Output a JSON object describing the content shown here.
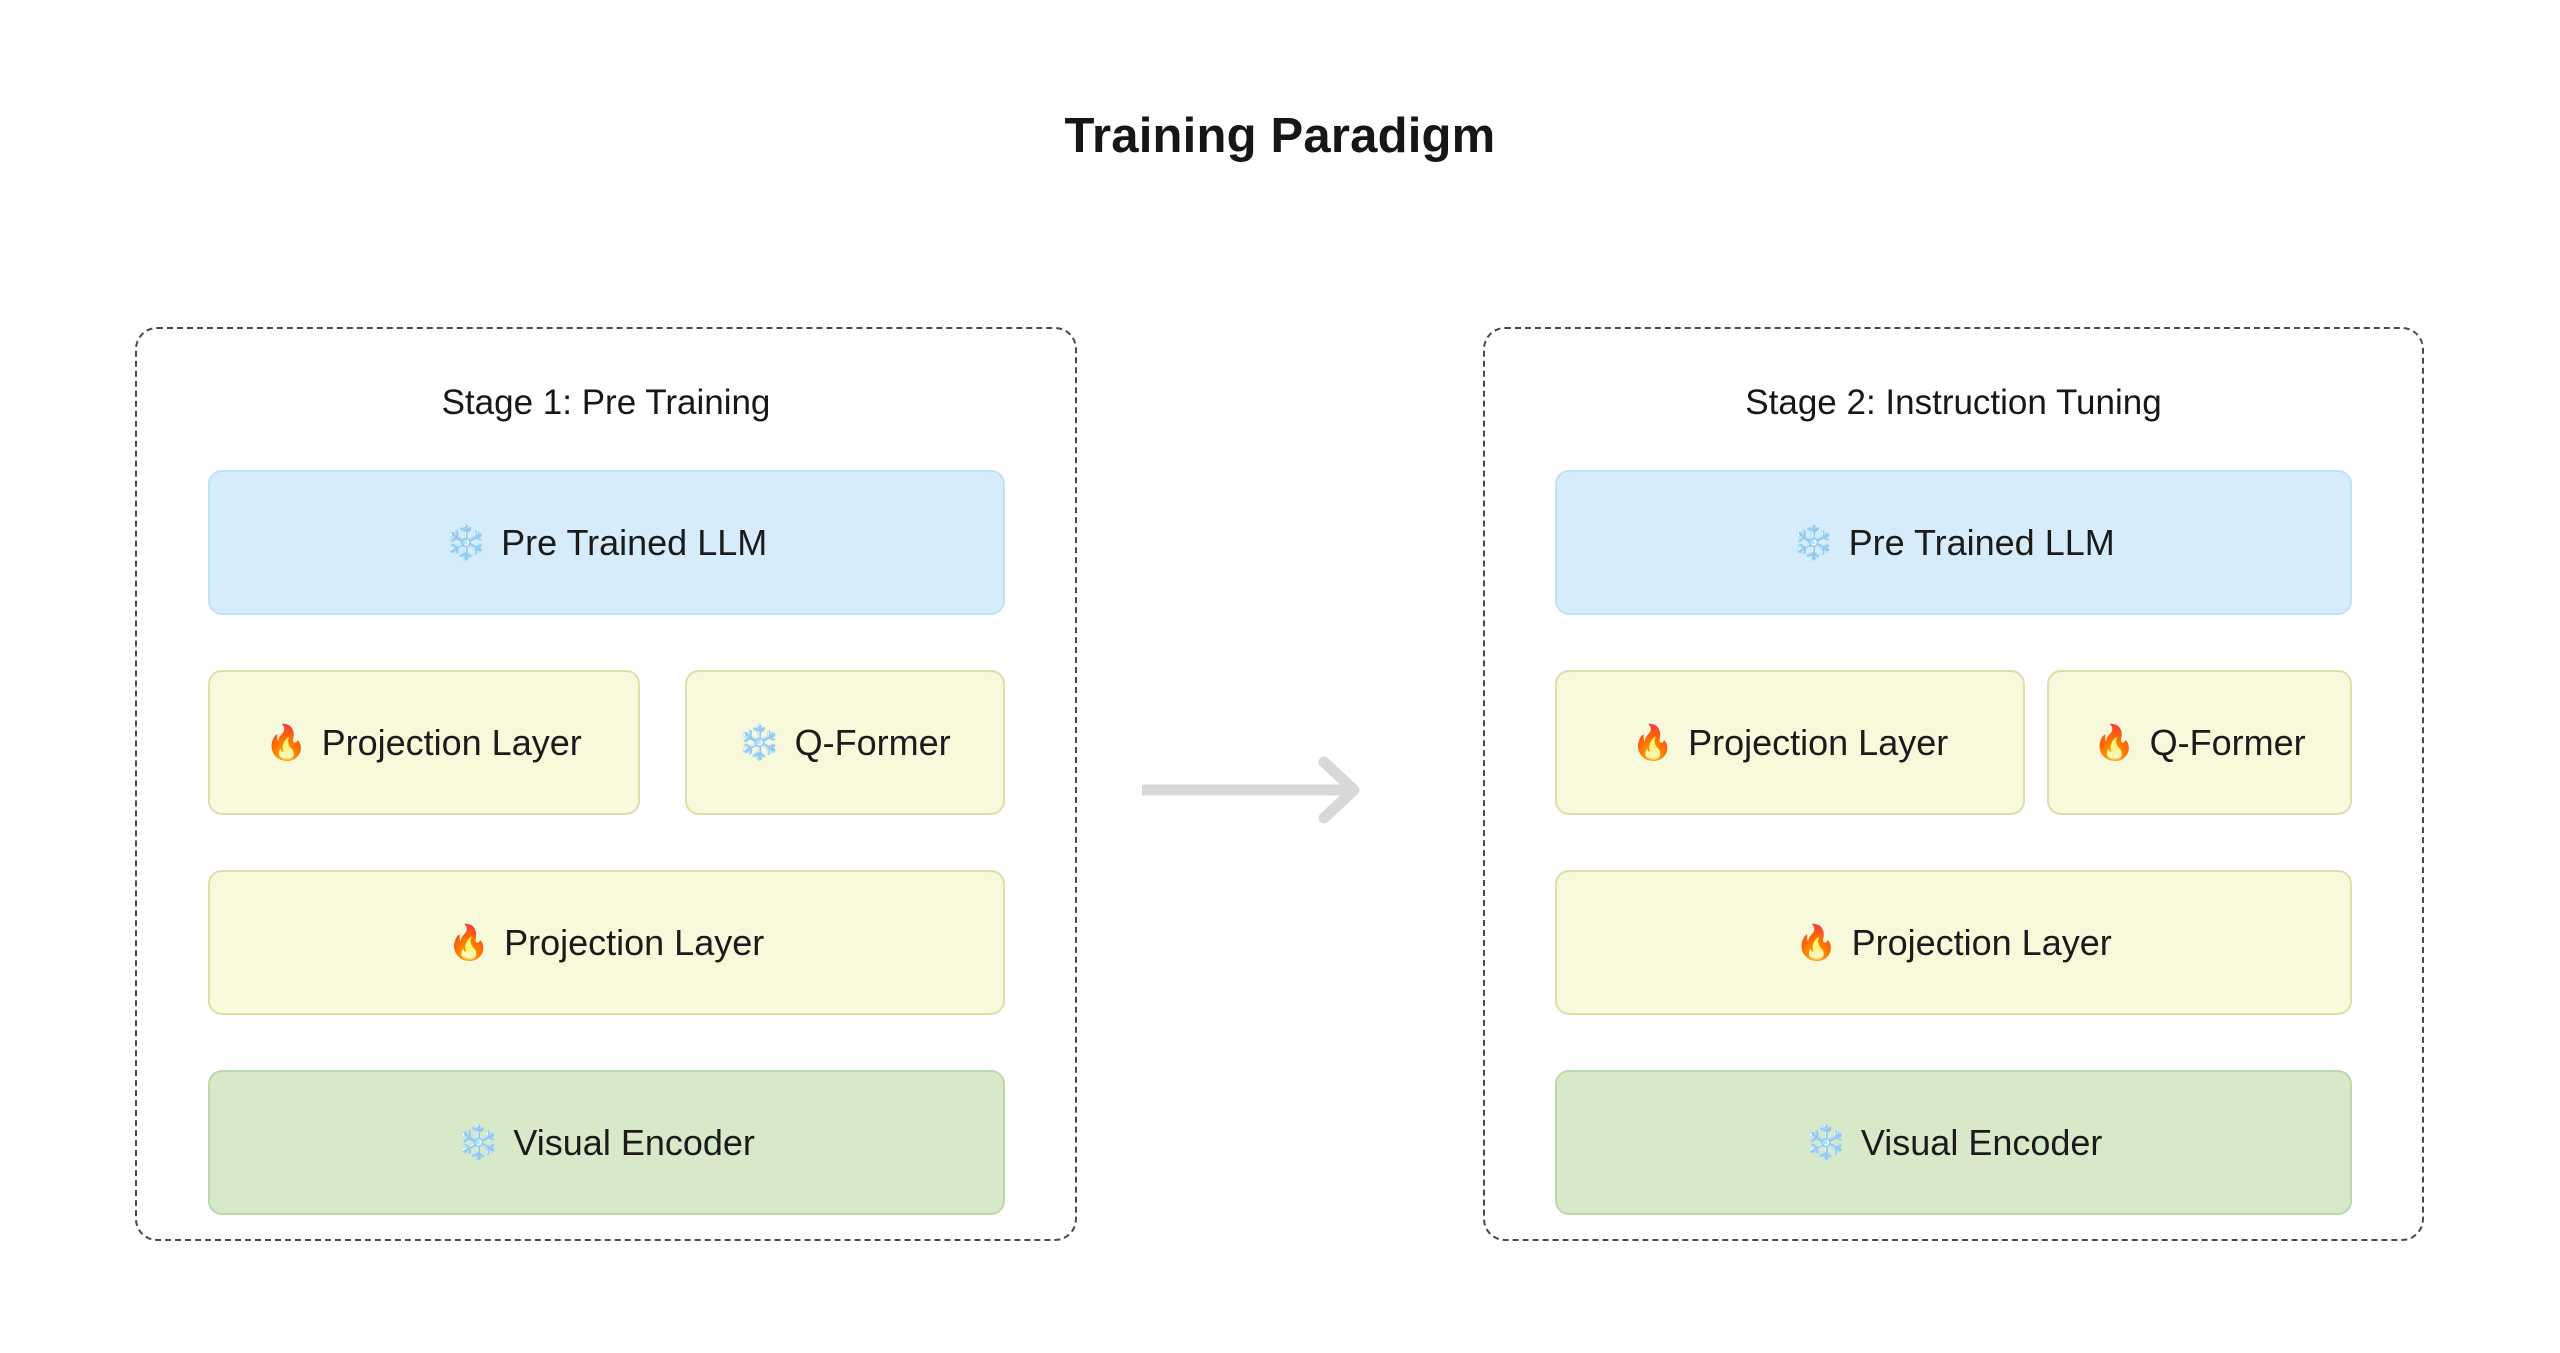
{
  "title": "Training Paradigm",
  "icons": {
    "snowflake": "❄️",
    "fire": "🔥",
    "arrow": "arrow-right-icon"
  },
  "stages": [
    {
      "id": "stage-1",
      "title": "Stage 1: Pre Training",
      "rows": [
        {
          "nodes": [
            {
              "label": "Pre Trained LLM",
              "state": "frozen",
              "icon": "❄️",
              "color": "blue",
              "hex": "#d6ecfa"
            }
          ]
        },
        {
          "nodes": [
            {
              "label": "Projection Layer",
              "state": "trainable",
              "icon": "🔥",
              "color": "yellow",
              "hex": "#f8f8da"
            },
            {
              "label": "Q-Former",
              "state": "frozen",
              "icon": "❄️",
              "color": "yellow",
              "hex": "#f8f8da"
            }
          ]
        },
        {
          "nodes": [
            {
              "label": "Projection Layer",
              "state": "trainable",
              "icon": "🔥",
              "color": "yellow",
              "hex": "#f8f8da"
            }
          ]
        },
        {
          "nodes": [
            {
              "label": "Visual Encoder",
              "state": "frozen",
              "icon": "❄️",
              "color": "green",
              "hex": "#d7e9c9"
            }
          ]
        }
      ]
    },
    {
      "id": "stage-2",
      "title": "Stage 2: Instruction Tuning",
      "rows": [
        {
          "nodes": [
            {
              "label": "Pre Trained LLM",
              "state": "frozen",
              "icon": "❄️",
              "color": "blue",
              "hex": "#d6ecfa"
            }
          ]
        },
        {
          "nodes": [
            {
              "label": "Projection Layer",
              "state": "trainable",
              "icon": "🔥",
              "color": "yellow",
              "hex": "#f8f8da"
            },
            {
              "label": "Q-Former",
              "state": "trainable",
              "icon": "🔥",
              "color": "yellow",
              "hex": "#f8f8da"
            }
          ]
        },
        {
          "nodes": [
            {
              "label": "Projection Layer",
              "state": "trainable",
              "icon": "🔥",
              "color": "yellow",
              "hex": "#f8f8da"
            }
          ]
        },
        {
          "nodes": [
            {
              "label": "Visual Encoder",
              "state": "frozen",
              "icon": "❄️",
              "color": "green",
              "hex": "#d7e9c9"
            }
          ]
        }
      ]
    }
  ],
  "colors": {
    "arrow": "#d8d8d8",
    "panel_border": "#4a4a4a",
    "background": "#ffffff",
    "text": "#1b1b1b"
  }
}
